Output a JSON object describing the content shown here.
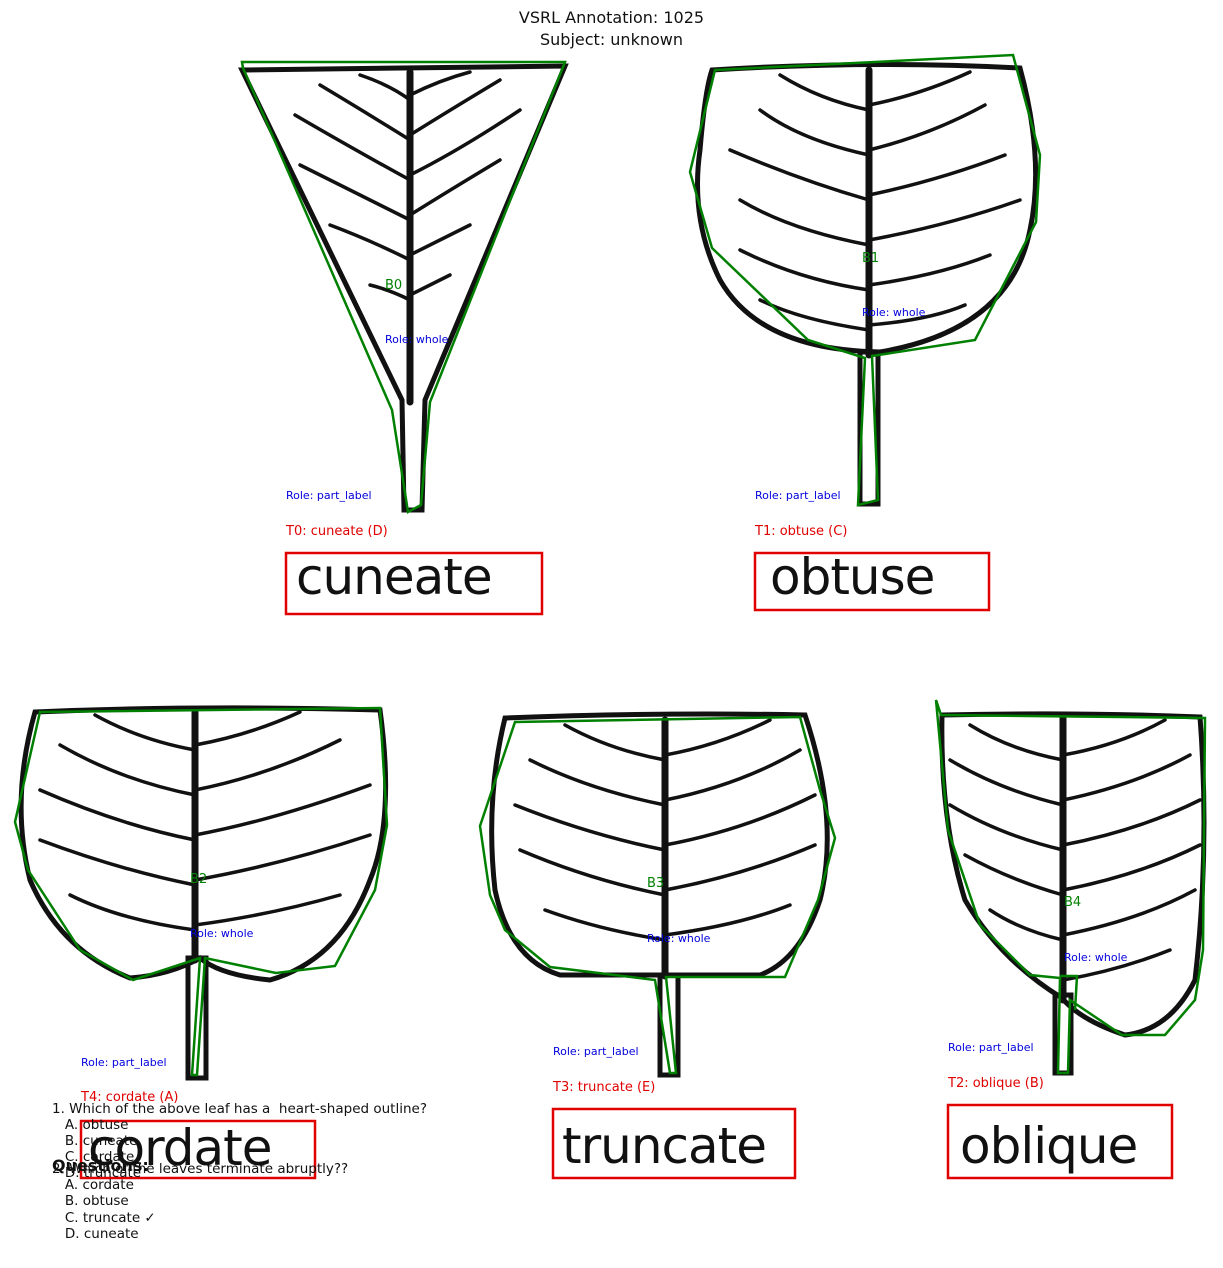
{
  "header": {
    "title_line1": "VSRL Annotation: 1025",
    "title_line2": "Subject: unknown"
  },
  "leaves": [
    {
      "box_id": "B0",
      "role_whole": "Role: whole",
      "role_part": "Role: part_label",
      "tag": "T0: cuneate (D)",
      "word": "cuneate"
    },
    {
      "box_id": "B1",
      "role_whole": "Role: whole",
      "role_part": "Role: part_label",
      "tag": "T1: obtuse (C)",
      "word": "obtuse"
    },
    {
      "box_id": "B2",
      "role_whole": "Role: whole",
      "role_part": "Role: part_label",
      "tag": "T4: cordate (A)",
      "word": "cordate"
    },
    {
      "box_id": "B3",
      "role_whole": "Role: whole",
      "role_part": "Role: part_label",
      "tag": "T3: truncate (E)",
      "word": "truncate"
    },
    {
      "box_id": "B4",
      "role_whole": "Role: whole",
      "role_part": "Role: part_label",
      "tag": "T2: oblique (B)",
      "word": "oblique"
    }
  ],
  "questions_heading": "Questions:",
  "questions": [
    "1. Which of the above leaf has a  heart-shaped outline?",
    "   A. obtuse",
    "   B. cuneate",
    "   C. cordate",
    "   D. truncate",
    "2. Which of the leaves terminate abruptly??",
    "   A. cordate",
    "   B. obtuse",
    "   C. truncate ✓",
    "   D. cuneate"
  ],
  "colors": {
    "polygon": "#008000",
    "text_box": "#e00000",
    "role_text": "#0000dd"
  }
}
